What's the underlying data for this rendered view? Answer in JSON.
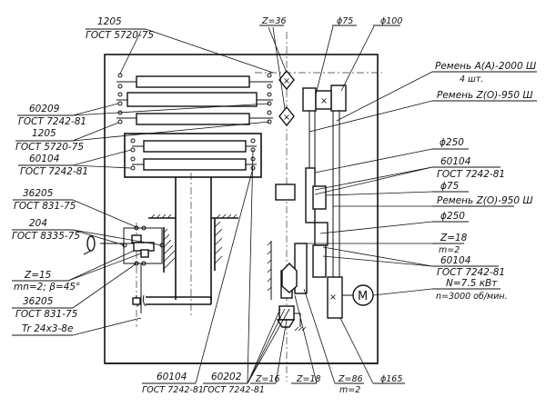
{
  "diagram": {
    "type": "kinematic-scheme",
    "motor": {
      "symbol": "M",
      "power": "N=7.5 кВт",
      "speed": "n=3000 об/мин."
    },
    "labels_left": [
      {
        "id": "bearing-1205-top",
        "line1": "1205",
        "line2": "ГОСТ 5720-75"
      },
      {
        "id": "bearing-60209",
        "line1": "60209",
        "line2": "ГОСТ 7242-81"
      },
      {
        "id": "bearing-1205-mid",
        "line1": "1205",
        "line2": "ГОСТ 5720-75"
      },
      {
        "id": "bearing-60104-left",
        "line1": "60104",
        "line2": "ГОСТ 7242-81"
      },
      {
        "id": "bearing-36205-top",
        "line1": "36205",
        "line2": "ГОСТ 831-75"
      },
      {
        "id": "bearing-204",
        "line1": "204",
        "line2": "ГОСТ 8335-75"
      },
      {
        "id": "gear-z15",
        "line1": "Z=15",
        "line2": "mn=2; β=45°"
      },
      {
        "id": "bearing-36205-bottom",
        "line1": "36205",
        "line2": "ГОСТ 831-75"
      },
      {
        "id": "screw-tr",
        "line1": "Tr 24x3-8e",
        "line2": ""
      }
    ],
    "labels_top": [
      {
        "id": "gear-z36",
        "line1": "Z=36"
      },
      {
        "id": "pulley-d75-top",
        "line1": "ϕ75"
      },
      {
        "id": "pulley-d100",
        "line1": "ϕ100"
      }
    ],
    "labels_right": [
      {
        "id": "belt-a",
        "line1": "Ремень A(A)-2000 Ш",
        "line2": "4 шт."
      },
      {
        "id": "belt-z-top",
        "line1": "Ремень Z(O)-950 Ш",
        "line2": ""
      },
      {
        "id": "pulley-d250-top",
        "line1": "ϕ250",
        "line2": ""
      },
      {
        "id": "bearing-60104-right-top",
        "line1": "60104",
        "line2": "ГОСТ 7242-81"
      },
      {
        "id": "pulley-d75-mid",
        "line1": "ϕ75",
        "line2": ""
      },
      {
        "id": "belt-z-mid",
        "line1": "Ремень Z(O)-950 Ш",
        "line2": ""
      },
      {
        "id": "pulley-d250-mid",
        "line1": "ϕ250",
        "line2": ""
      },
      {
        "id": "gear-z18-right",
        "line1": "Z=18",
        "line2": "m=2"
      },
      {
        "id": "bearing-60104-right-bottom",
        "line1": "60104",
        "line2": "ГОСТ 7242-81"
      },
      {
        "id": "motor-spec",
        "line1": "N=7.5 кВт",
        "line2": "n=3000 об/мин."
      }
    ],
    "labels_bottom": [
      {
        "id": "bearing-60104-bottom",
        "line1": "60104",
        "line2": "ГОСТ 7242-81"
      },
      {
        "id": "bearing-60202",
        "line1": "60202",
        "line2": "ГОСТ 7242-81"
      },
      {
        "id": "gear-z16",
        "line1": "Z=16",
        "line2": ""
      },
      {
        "id": "gear-z18-bottom",
        "line1": "Z=18",
        "line2": ""
      },
      {
        "id": "gear-z86",
        "line1": "Z=86",
        "line2": "m=2"
      },
      {
        "id": "pulley-d165",
        "line1": "ϕ165",
        "line2": ""
      }
    ]
  }
}
